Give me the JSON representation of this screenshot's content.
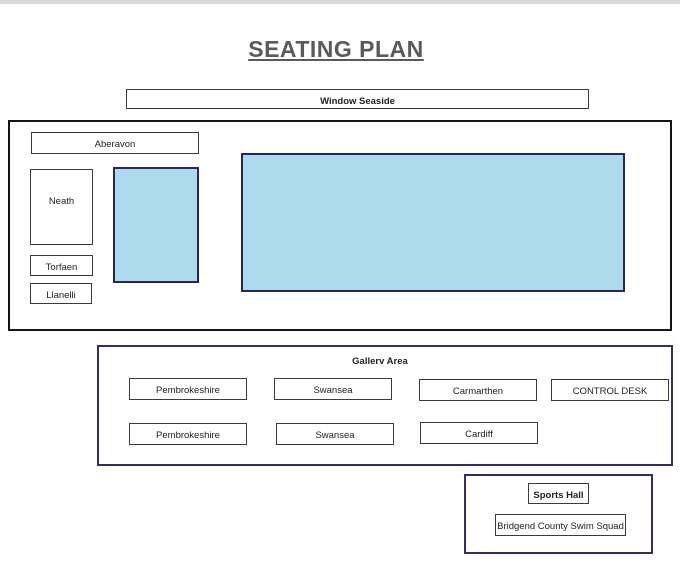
{
  "title": "SEATING PLAN",
  "window_label": "Window Seaside",
  "pool_area": {
    "aberavon": "Aberavon",
    "neath": "Neath",
    "torfaen": "Torfaen",
    "llanelli": "Llanelli"
  },
  "gallery": {
    "label": "Gallerv Area",
    "row1": [
      "Pembrokeshire",
      "Swansea",
      "Carmarthen",
      "CONTROL DESK"
    ],
    "row2": [
      "Pembrokeshire",
      "Swansea",
      "Cardiff"
    ]
  },
  "sports_hall": {
    "label": "Sports Hall",
    "team": "Bridgend County Swim Squad"
  },
  "colors": {
    "pool_fill": "#acdbec",
    "pool_border": "#2b2463",
    "title": "#5a5a5a"
  }
}
